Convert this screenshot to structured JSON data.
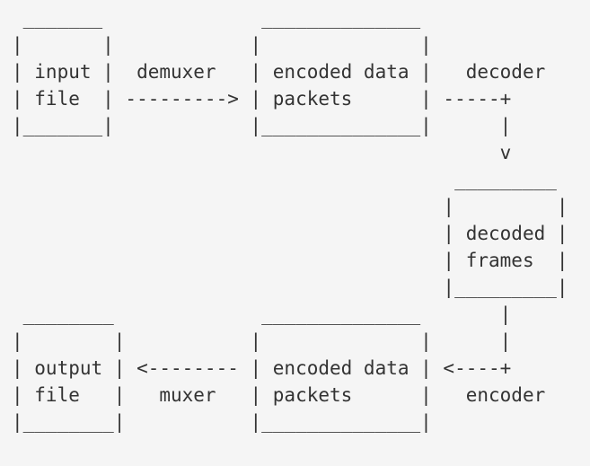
{
  "page": {
    "background_color": "#f5f5f5",
    "text_color": "#333333"
  },
  "diagram": {
    "nodes": {
      "top_row": [
        "input file",
        "encoded data packets"
      ],
      "middle": [
        "decoded frames"
      ],
      "bottom_row": [
        "output file",
        "encoded data packets"
      ]
    },
    "processes": [
      "demuxer",
      "decoder",
      "encoder",
      "muxer"
    ],
    "lines": [
      " _______              ______________",
      "|       |            |              |",
      "| input |  demuxer   | encoded data |   decoder",
      "| file  | ---------> | packets      | -----+",
      "|_______|            |______________|      |",
      "                                           v",
      "                                       _________",
      "                                      |         |",
      "                                      | decoded |",
      "                                      | frames  |",
      "                                      |_________|",
      " ________             ______________       |",
      "|        |           |              |      |",
      "| output | <-------- | encoded data | <----+",
      "| file   |   muxer   | packets      |   encoder",
      "|________|           |______________|"
    ]
  }
}
